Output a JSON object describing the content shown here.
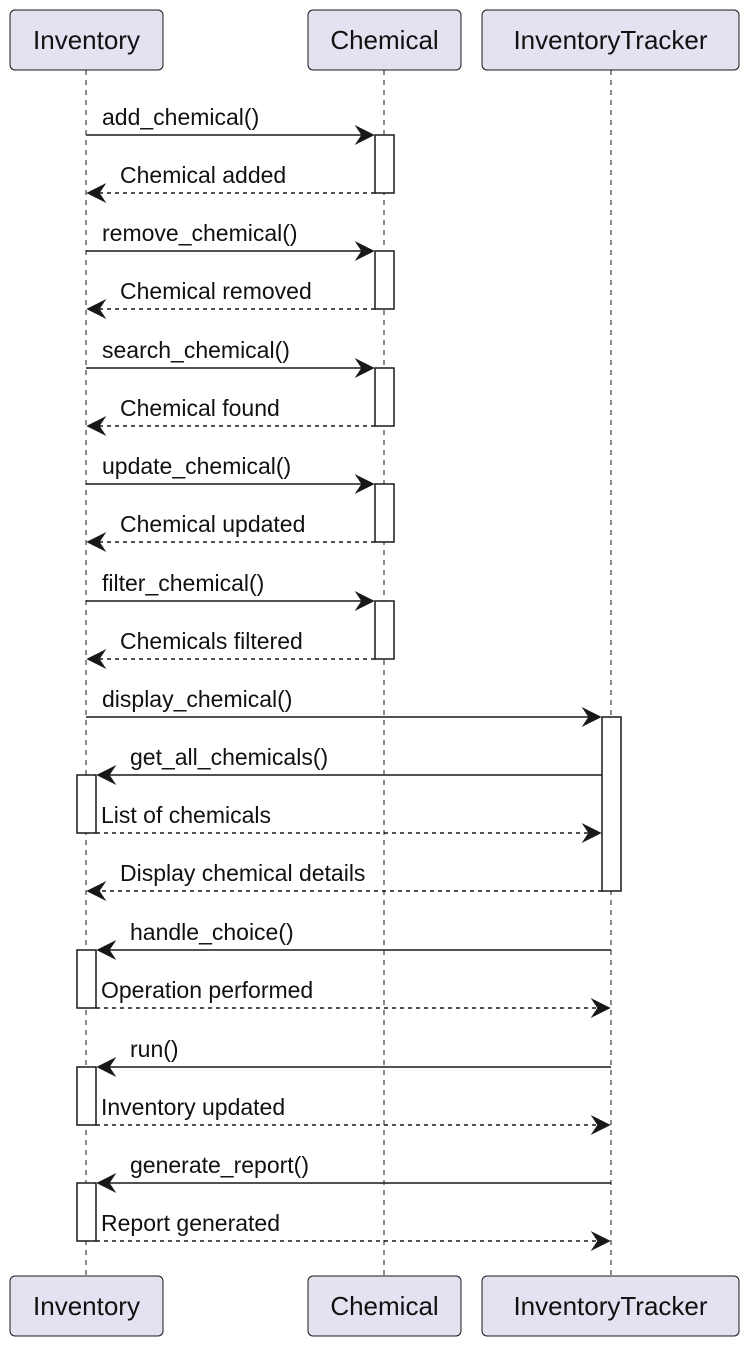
{
  "participants": [
    {
      "id": "inv",
      "label": "Inventory"
    },
    {
      "id": "chem",
      "label": "Chemical"
    },
    {
      "id": "trk",
      "label": "InventoryTracker"
    }
  ],
  "messages": [
    {
      "from": "inv",
      "to": "chem",
      "label": "add_chemical()",
      "kind": "call"
    },
    {
      "from": "chem",
      "to": "inv",
      "label": "Chemical added",
      "kind": "return"
    },
    {
      "from": "inv",
      "to": "chem",
      "label": "remove_chemical()",
      "kind": "call"
    },
    {
      "from": "chem",
      "to": "inv",
      "label": "Chemical removed",
      "kind": "return"
    },
    {
      "from": "inv",
      "to": "chem",
      "label": "search_chemical()",
      "kind": "call"
    },
    {
      "from": "chem",
      "to": "inv",
      "label": "Chemical found",
      "kind": "return"
    },
    {
      "from": "inv",
      "to": "chem",
      "label": "update_chemical()",
      "kind": "call"
    },
    {
      "from": "chem",
      "to": "inv",
      "label": "Chemical updated",
      "kind": "return"
    },
    {
      "from": "inv",
      "to": "chem",
      "label": "filter_chemical()",
      "kind": "call"
    },
    {
      "from": "chem",
      "to": "inv",
      "label": "Chemicals filtered",
      "kind": "return"
    },
    {
      "from": "inv",
      "to": "trk",
      "label": "display_chemical()",
      "kind": "call"
    },
    {
      "from": "trk",
      "to": "inv",
      "label": "get_all_chemicals()",
      "kind": "call"
    },
    {
      "from": "inv",
      "to": "trk",
      "label": "List of chemicals",
      "kind": "return"
    },
    {
      "from": "trk",
      "to": "inv",
      "label": "Display chemical details",
      "kind": "return"
    },
    {
      "from": "trk",
      "to": "inv",
      "label": "handle_choice()",
      "kind": "call"
    },
    {
      "from": "inv",
      "to": "trk",
      "label": "Operation performed",
      "kind": "return"
    },
    {
      "from": "trk",
      "to": "inv",
      "label": "run()",
      "kind": "call"
    },
    {
      "from": "inv",
      "to": "trk",
      "label": "Inventory updated",
      "kind": "return"
    },
    {
      "from": "trk",
      "to": "inv",
      "label": "generate_report()",
      "kind": "call"
    },
    {
      "from": "inv",
      "to": "trk",
      "label": "Report generated",
      "kind": "return"
    }
  ],
  "colors": {
    "participant_fill": "#E2E2F0",
    "participant_border": "#181818",
    "lifeline": "#181818",
    "arrow": "#181818",
    "activation_fill": "#FFFFFF"
  }
}
